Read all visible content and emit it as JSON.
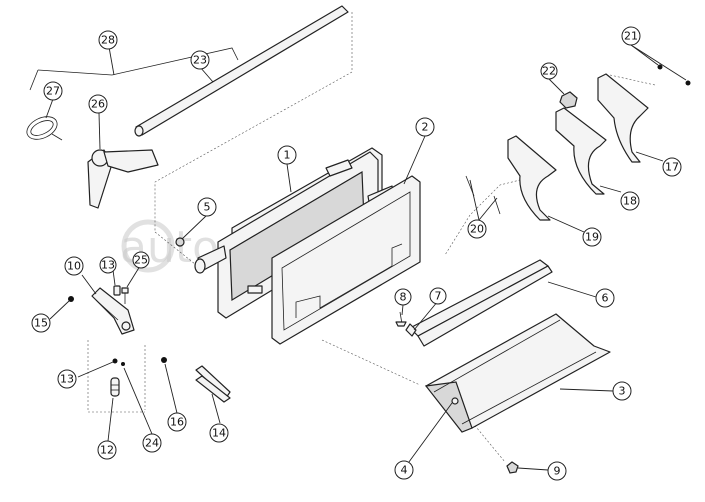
{
  "watermark": "autopiter.ru",
  "callouts": [
    {
      "id": "c1",
      "label": "1"
    },
    {
      "id": "c2",
      "label": "2"
    },
    {
      "id": "c3",
      "label": "3"
    },
    {
      "id": "c4",
      "label": "4"
    },
    {
      "id": "c5",
      "label": "5"
    },
    {
      "id": "c6",
      "label": "6"
    },
    {
      "id": "c7",
      "label": "7"
    },
    {
      "id": "c8",
      "label": "8"
    },
    {
      "id": "c9",
      "label": "9"
    },
    {
      "id": "c10",
      "label": "10"
    },
    {
      "id": "c12",
      "label": "12"
    },
    {
      "id": "c13a",
      "label": "13"
    },
    {
      "id": "c13b",
      "label": "13"
    },
    {
      "id": "c14",
      "label": "14"
    },
    {
      "id": "c15",
      "label": "15"
    },
    {
      "id": "c16",
      "label": "16"
    },
    {
      "id": "c17",
      "label": "17"
    },
    {
      "id": "c18",
      "label": "18"
    },
    {
      "id": "c19",
      "label": "19"
    },
    {
      "id": "c20",
      "label": "20"
    },
    {
      "id": "c21",
      "label": "21"
    },
    {
      "id": "c22",
      "label": "22"
    },
    {
      "id": "c23",
      "label": "23"
    },
    {
      "id": "c24",
      "label": "24"
    },
    {
      "id": "c25",
      "label": "25"
    },
    {
      "id": "c26",
      "label": "26"
    },
    {
      "id": "c27",
      "label": "27"
    },
    {
      "id": "c28",
      "label": "28"
    }
  ]
}
